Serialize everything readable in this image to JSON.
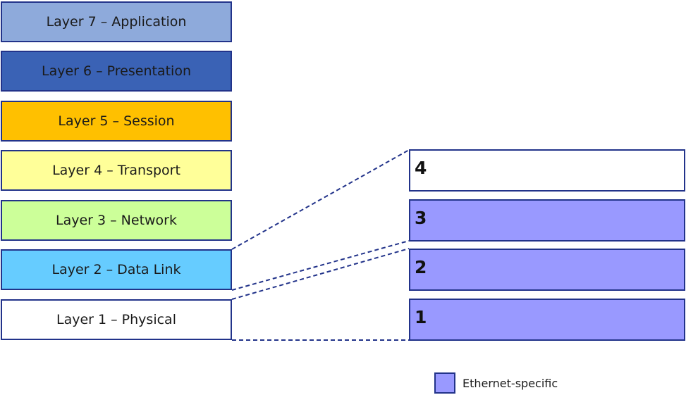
{
  "osi_layers": [
    {
      "label": "Layer 7 – Application",
      "color": "#8eaadb"
    },
    {
      "label": "Layer 6 – Presentation",
      "color": "#3a62b5"
    },
    {
      "label": "Layer 5 – Session",
      "color": "#ffc000"
    },
    {
      "label": "Layer 4 – Transport",
      "color": "#ffff99"
    },
    {
      "label": "Layer 3 – Network",
      "color": "#ccff99"
    },
    {
      "label": "Layer 2 – Data Link",
      "color": "#66ccff"
    },
    {
      "label": "Layer 1 – Physical",
      "color": "#ffffff"
    }
  ],
  "ethernet_stack": [
    {
      "number": "4",
      "color": "#ffffff"
    },
    {
      "number": "3",
      "color": "#9999ff"
    },
    {
      "number": "2",
      "color": "#9999ff"
    },
    {
      "number": "1",
      "color": "#9999ff"
    }
  ],
  "legend": {
    "label": "Ethernet-specific",
    "color": "#9999ff"
  },
  "line_color": "#22338a"
}
